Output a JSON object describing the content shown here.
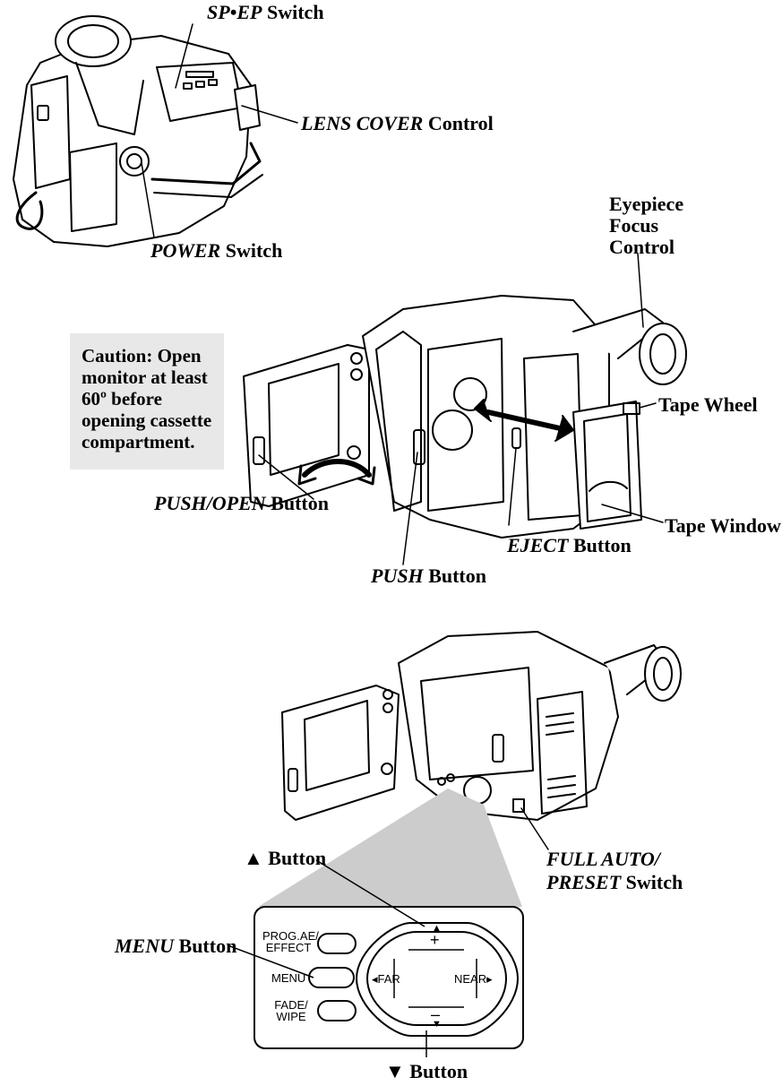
{
  "labels": {
    "sp_ep": {
      "italic": "SP•EP",
      "plain": " Switch"
    },
    "lens_cover": {
      "italic": "LENS COVER",
      "plain": " Control"
    },
    "power": {
      "italic": "POWER",
      "plain": " Switch"
    },
    "eyepiece": "Eyepiece\nFocus\nControl",
    "tape_wheel": "Tape Wheel",
    "push_open": {
      "italic": "PUSH/OPEN",
      "plain": " Button"
    },
    "tape_window": "Tape Window",
    "eject": {
      "italic": "EJECT",
      "plain": " Button"
    },
    "push": {
      "italic": "PUSH",
      "plain": " Button"
    },
    "up_button": "▲ Button",
    "full_auto": {
      "italic1": "FULL AUTO/",
      "italic2": "PRESET",
      "plain": " Switch"
    },
    "menu_button": {
      "italic": "MENU",
      "plain": " Button"
    },
    "down_button": "▼ Button"
  },
  "caution": "Caution:  Open\nmonitor at least\n60º before\nopening cassette\ncompartment.",
  "panel": {
    "prog_ae_line1": "PROG.AE/",
    "prog_ae_line2": "EFFECT",
    "menu": "MENU",
    "fade_line1": "FADE/",
    "fade_line2": "WIPE",
    "plus": "+",
    "minus": "–",
    "far": "◂FAR",
    "near": "NEAR▸"
  },
  "colors": {
    "caution_bg": "#e8e8e8",
    "cone": "#cccccc",
    "ink": "#000000"
  }
}
